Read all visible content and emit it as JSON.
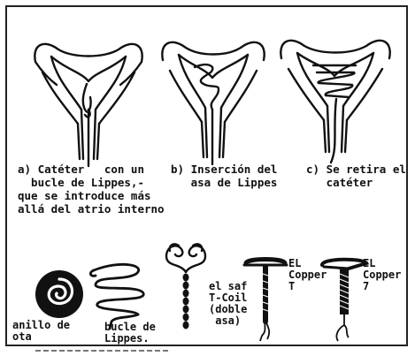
{
  "figure": {
    "top_row": [
      {
        "id": "a",
        "caption": "a) Catéter   con un\n  bucle de Lippes,-\nque se introduce más\nallá del atrio interno"
      },
      {
        "id": "b",
        "caption": "b) Inserción del\n   asa de Lippes"
      },
      {
        "id": "c",
        "caption": "c) Se retira el\n   catéter"
      }
    ],
    "devices": [
      {
        "id": "anillo",
        "label": "anillo de\nota"
      },
      {
        "id": "bucle",
        "label": "bucle de\nLippes."
      },
      {
        "id": "tcoil",
        "label": "el saf\nT-Coil\n(doble\n asa)"
      },
      {
        "id": "copperT",
        "label": "EL\nCopper\nT"
      },
      {
        "id": "copper7",
        "label": "EL\nCopper\n7"
      }
    ]
  }
}
